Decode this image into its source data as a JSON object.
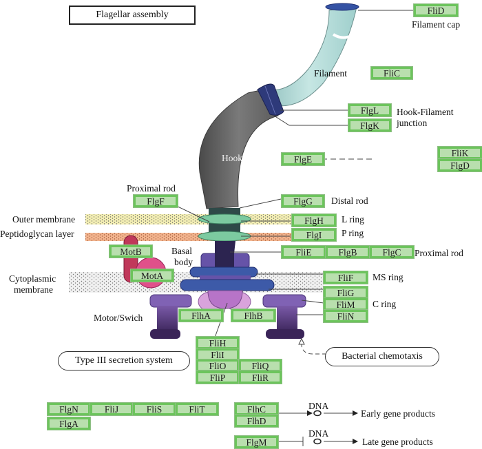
{
  "title": "Flagellar assembly",
  "structure_labels": {
    "filament_cap": "Filament cap",
    "filament": "Filament",
    "hook_filament_junction_1": "Hook-Filament",
    "hook_filament_junction_2": "junction",
    "hook": "Hook",
    "proximal_rod_top": "Proximal rod",
    "distal_rod": "Distal rod",
    "outer_membrane": "Outer membrane",
    "l_ring": "L ring",
    "peptidoglycan_layer": "Peptidoglycan layer",
    "p_ring": "P ring",
    "basal_body_1": "Basal",
    "basal_body_2": "body",
    "proximal_rod_right": "Proximal rod",
    "cytoplasmic_membrane_1": "Cytoplasmic",
    "cytoplasmic_membrane_2": "membrane",
    "ms_ring": "MS ring",
    "c_ring": "C ring",
    "motor_switch": "Motor/Swich",
    "dna_1": "DNA",
    "dna_2": "DNA",
    "early_gene_products": "Early gene products",
    "late_gene_products": "Late gene products"
  },
  "pathway_links": {
    "type3": "Type III secretion system",
    "chemotaxis": "Bacterial chemotaxis"
  },
  "genes": {
    "FliD": "FliD",
    "FliC": "FliC",
    "FlgL": "FlgL",
    "FlgK": "FlgK",
    "FlgE": "FlgE",
    "FliK": "FliK",
    "FlgD": "FlgD",
    "FlgF": "FlgF",
    "FlgG": "FlgG",
    "FlgH": "FlgH",
    "FlgI": "FlgI",
    "MotB": "MotB",
    "MotA": "MotA",
    "FliE": "FliE",
    "FlgB": "FlgB",
    "FlgC": "FlgC",
    "FliF": "FliF",
    "FliG": "FliG",
    "FliM": "FliM",
    "FliN": "FliN",
    "FlhA": "FlhA",
    "FlhB": "FlhB",
    "FliH": "FliH",
    "FliI": "FliI",
    "FliO": "FliO",
    "FliQ": "FliQ",
    "FliP": "FliP",
    "FliR": "FliR",
    "FlgN": "FlgN",
    "FliJ": "FliJ",
    "FliS": "FliS",
    "FliT": "FliT",
    "FlgA": "FlgA",
    "FlhC": "FlhC",
    "FlhD": "FlhD",
    "FlgM": "FlgM"
  },
  "colors": {
    "gene_fill": "#b9dfae",
    "gene_border": "#6cc45c",
    "filament": "#a9d6d4",
    "hook": "#5f5f5f",
    "junction": "#2b3170",
    "ring_green": "#7cc9a0",
    "outer_membrane": "#f2eeb0",
    "peptidoglycan": "#f0b28a",
    "motb": "#b03050",
    "mota": "#d0407a",
    "ms_ring": "#3d5aa8",
    "c_ring": "#6a4a9c",
    "export": "#b070c8"
  }
}
